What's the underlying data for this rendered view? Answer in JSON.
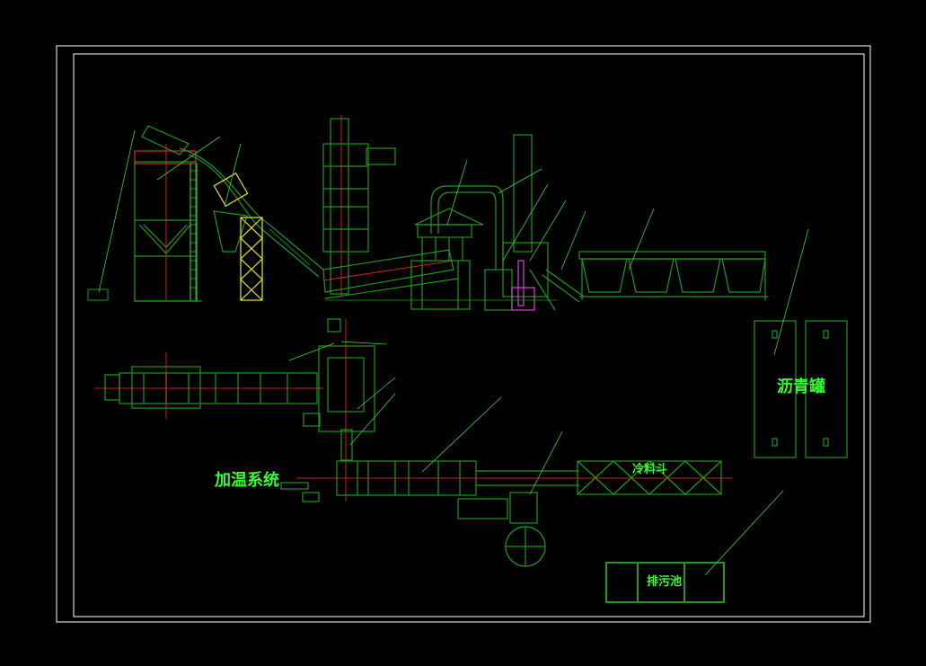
{
  "labels": {
    "heating_system": "加温系统",
    "asphalt_tank": "沥青罐",
    "cold_hopper": "冷料斗",
    "sewage_pool": "排污池"
  },
  "colors": {
    "background": "#000000",
    "frame": "#ffffff",
    "structure": "#1f9a1f",
    "structure_dark": "#126b12",
    "leader": "#3cd23c",
    "label": "#33ff33",
    "centerline": "#ff2a2a",
    "highlight": "#e040e0",
    "accent": "#e8e820"
  }
}
